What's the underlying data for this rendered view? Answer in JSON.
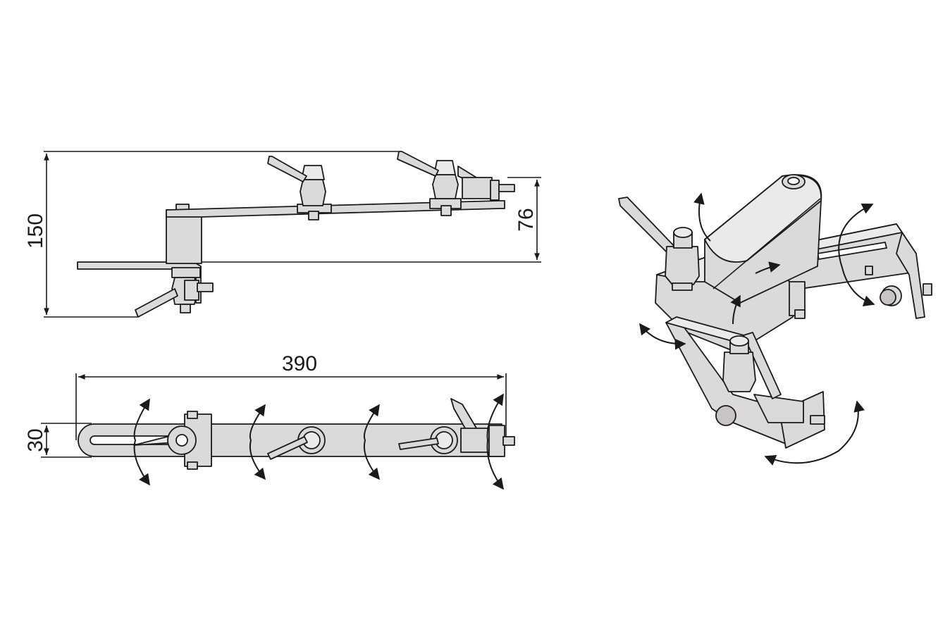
{
  "dimensions": {
    "height_overall": "150",
    "height_partial": "76",
    "length_overall": "390",
    "width": "30"
  },
  "colors": {
    "part_fill": "#dcd9d9",
    "line": "#1a1a1a",
    "background": "#ffffff"
  }
}
